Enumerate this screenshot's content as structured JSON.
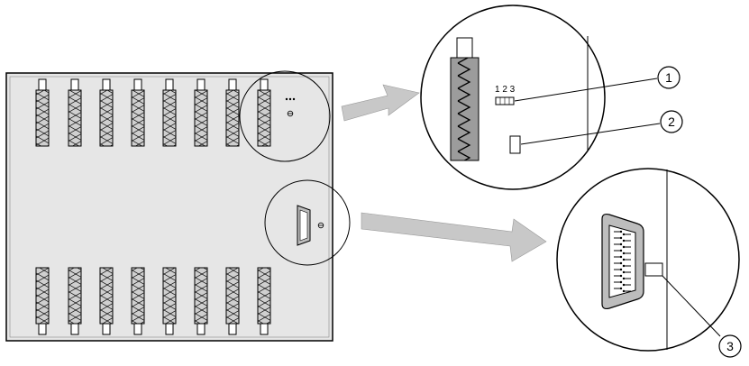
{
  "callouts": [
    {
      "label": "1"
    },
    {
      "label": "2"
    },
    {
      "label": "3"
    }
  ],
  "jumper": {
    "pin_labels": "1 2 3"
  },
  "colors": {
    "panel_fill": "#e6e6e6",
    "panel_edge": "#000000",
    "connector_fill": "#bdbdbd",
    "arrow_fill": "#c8c8c8"
  },
  "icons": {
    "connector": "ribbon-connector-icon",
    "scart": "scart-port-icon",
    "jumper": "jumper-icon",
    "switch": "switch-icon"
  }
}
